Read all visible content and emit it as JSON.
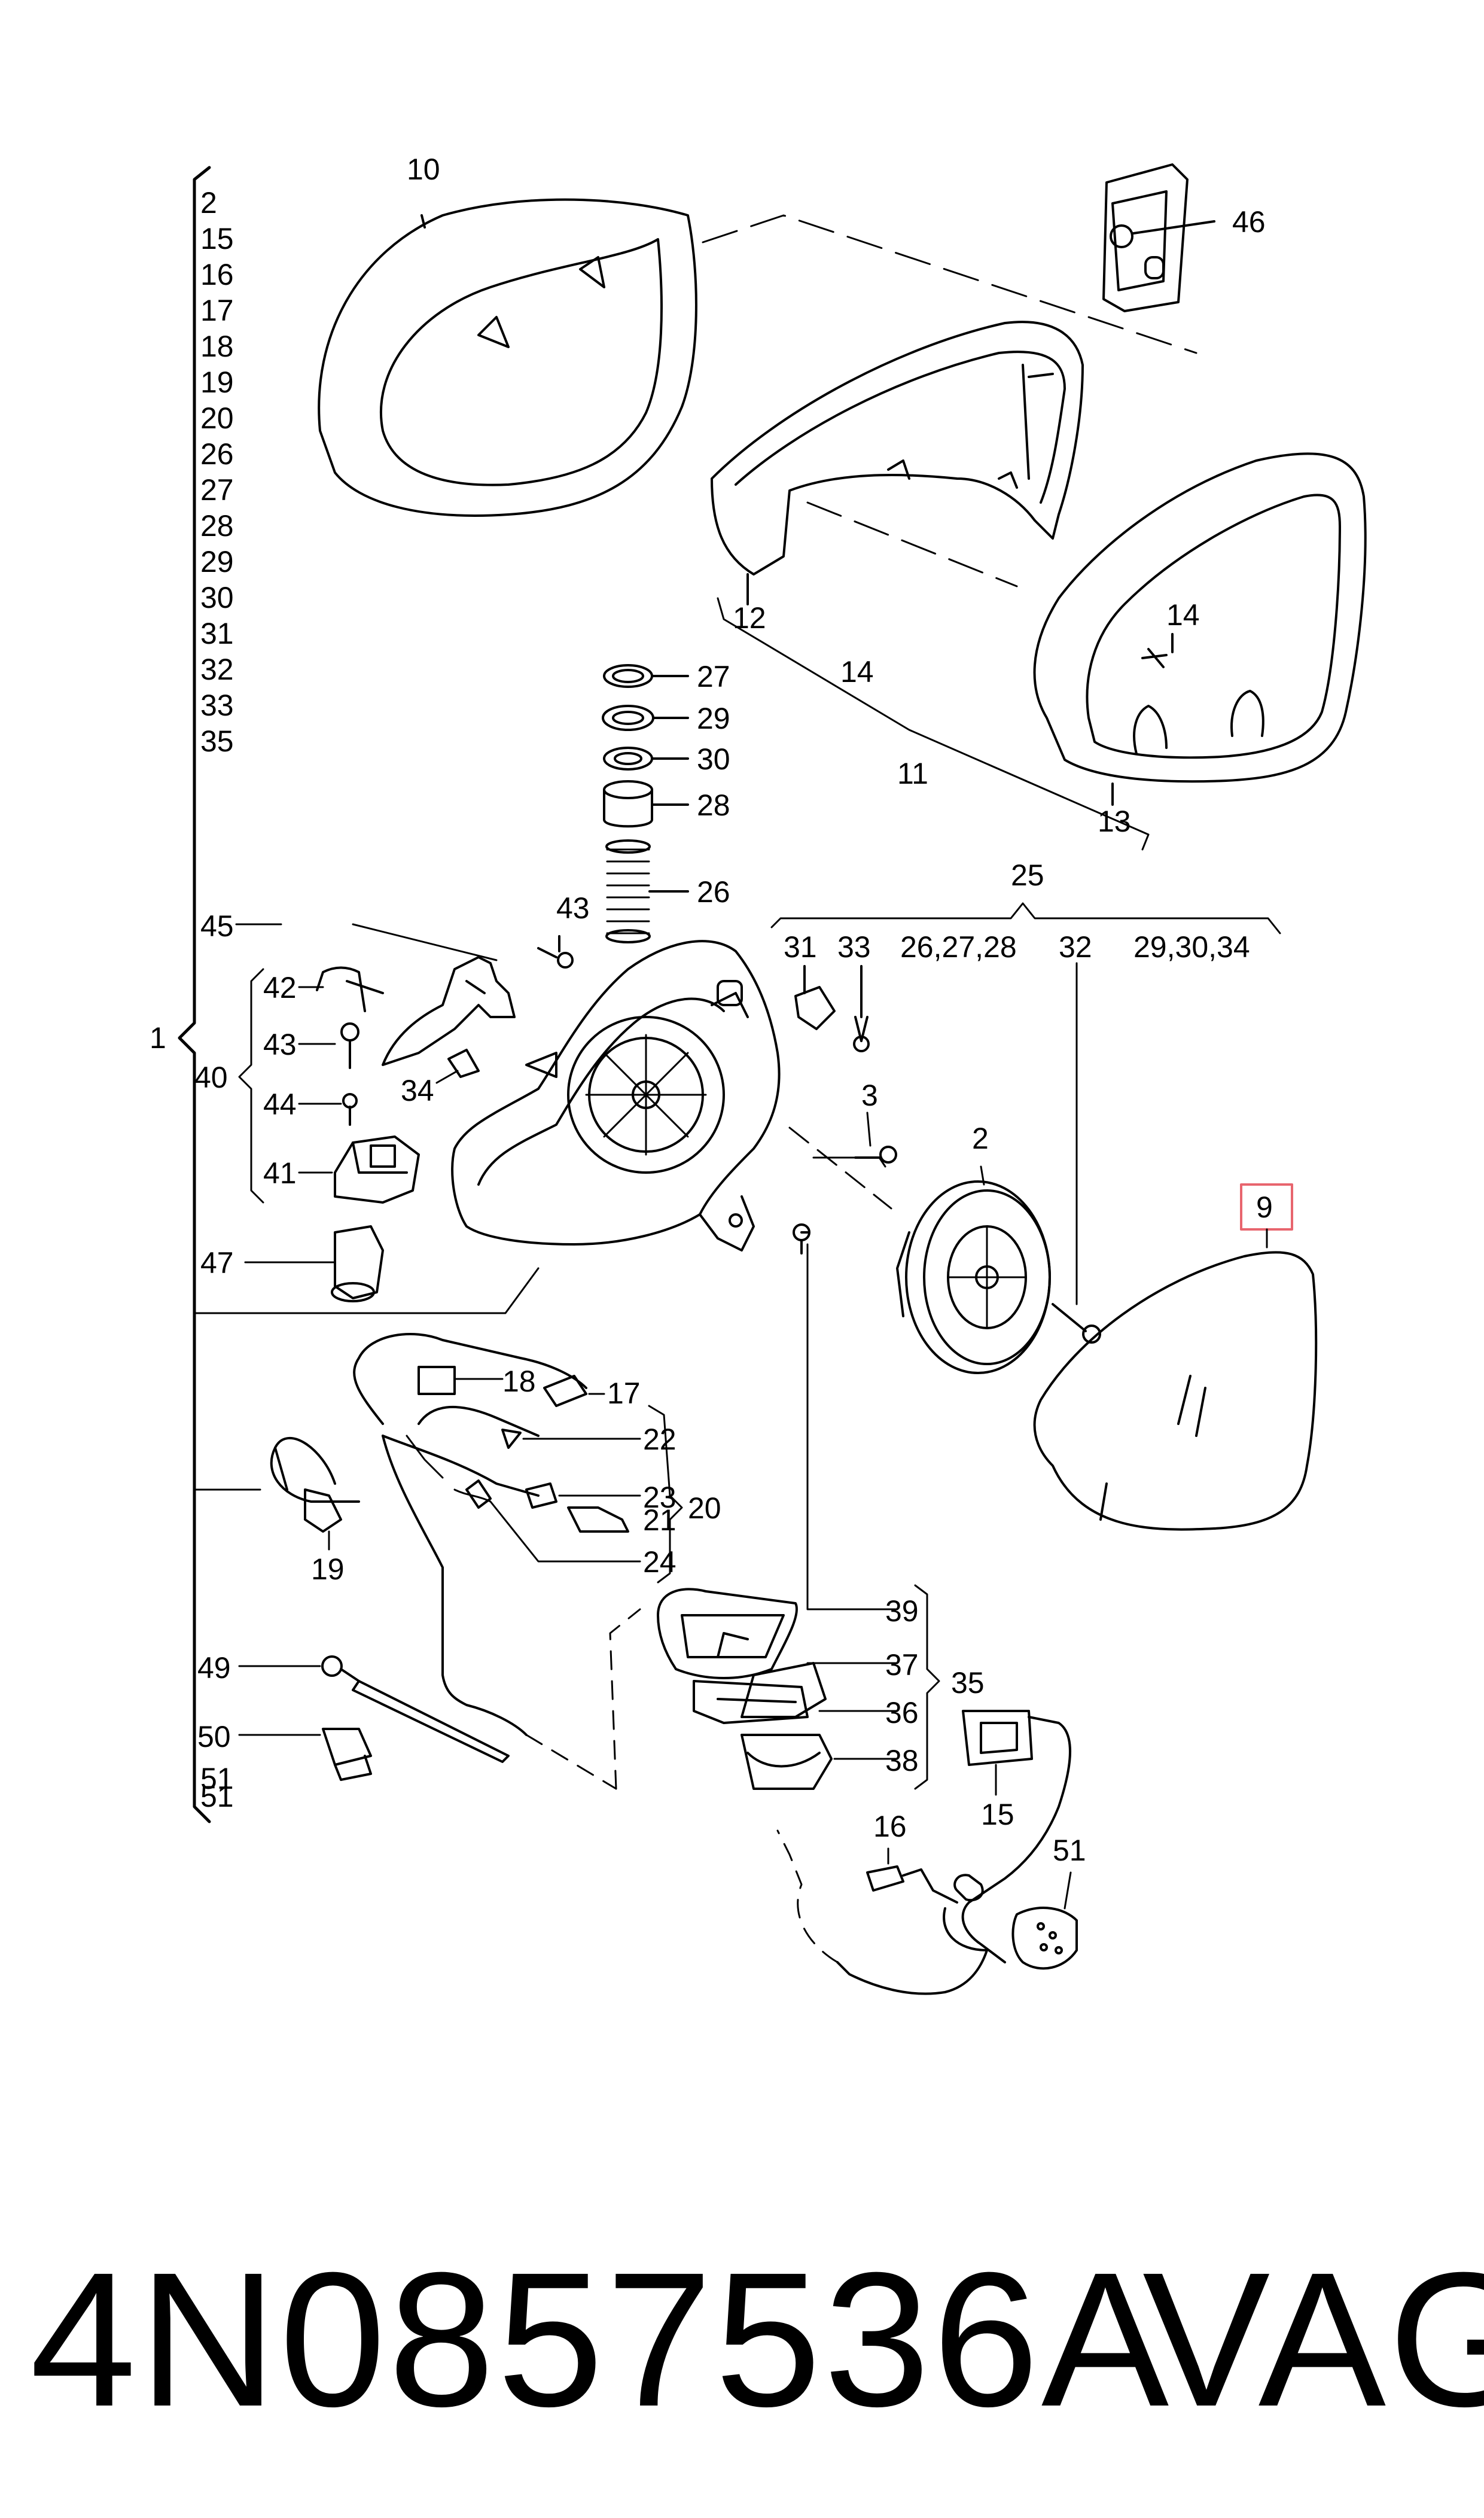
{
  "caption": {
    "part_number": "4N0857536A",
    "brand": "VAG"
  },
  "callouts": {
    "c10": "10",
    "c46": "46",
    "c12": "12",
    "c14a": "14",
    "c14b": "14",
    "c11": "11",
    "c13": "13",
    "c27": "27",
    "c29": "29",
    "c30": "30",
    "c28": "28",
    "c26": "26",
    "c25": "25",
    "c31": "31",
    "c33": "33",
    "c26_27_28": "26,27,28",
    "c32": "32",
    "c29_30_34": "29,30,34",
    "c45": "45",
    "c43a": "43",
    "c42": "42",
    "c43b": "43",
    "c44": "44",
    "c40": "40",
    "c34": "34",
    "c41": "41",
    "c47": "47",
    "c1": "1",
    "c3": "3",
    "c2": "2",
    "c9": "9",
    "c18": "18",
    "c17": "17",
    "c22": "22",
    "c23": "23",
    "c21": "21",
    "c20": "20",
    "c24": "24",
    "c19": "19",
    "c49": "49",
    "c50": "50",
    "c51a": "51",
    "c39": "39",
    "c37": "37",
    "c36": "36",
    "c38": "38",
    "c35": "35",
    "c15": "15",
    "c16": "16",
    "c51b": "51"
  },
  "group_list_1": [
    "2",
    "15",
    "16",
    "17",
    "18",
    "19",
    "20",
    "26",
    "27",
    "28",
    "29",
    "30",
    "31",
    "32",
    "33",
    "35",
    "51"
  ],
  "highlight_color": "#e8656e"
}
